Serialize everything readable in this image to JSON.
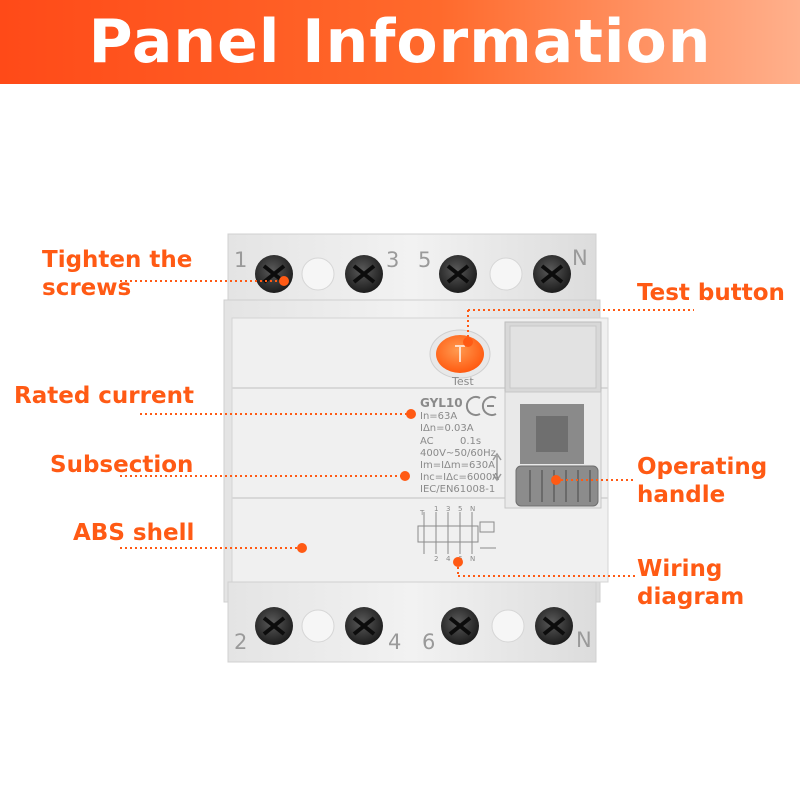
{
  "banner": {
    "title": "Panel Information"
  },
  "callouts": {
    "tighten": "Tighten the\nscrews",
    "test_button": "Test button",
    "rated_current": "Rated current",
    "subsection": "Subsection",
    "abs_shell": "ABS shell",
    "operating_handle": "Operating\nhandle",
    "wiring_diagram": "Wiring\ndiagram"
  },
  "device": {
    "top_terminals": [
      "1",
      "3",
      "5",
      "N"
    ],
    "bottom_terminals": [
      "2",
      "4",
      "6",
      "N"
    ],
    "test_label": "Test",
    "model": "GYL10",
    "rated_current": "In=63A",
    "residual_current": "IΔn=0.03A",
    "type": "AC",
    "trip_time": "0.1s",
    "voltage": "400V~50/60Hz",
    "making_capacity": "Im=IΔm=630A",
    "short_circuit": "Inc=IΔc=6000A",
    "standard": "IEC/EN61008-1"
  },
  "colors": {
    "accent": "#ff5a14",
    "banner": "#ff5a20",
    "shell": "#eeeeee"
  }
}
